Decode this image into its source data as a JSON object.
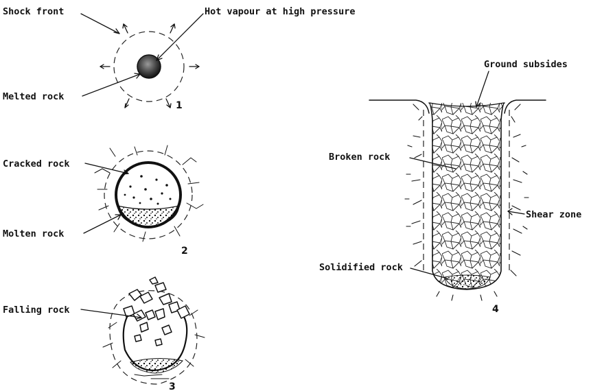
{
  "labels": {
    "shock_front": "Shock front",
    "hot_vapour": "Hot vapour at high pressure",
    "melted_rock": "Melted rock",
    "cracked_rock": "Cracked rock",
    "molten_rock": "Molten rock",
    "falling_rock": "Falling rock",
    "ground_subsides": "Ground subsides",
    "broken_rock": "Broken rock",
    "shear_zone": "Shear zone",
    "solidified_rock": "Solidified rock"
  },
  "stage_numbers": {
    "one": "1",
    "two": "2",
    "three": "3",
    "four": "4"
  }
}
